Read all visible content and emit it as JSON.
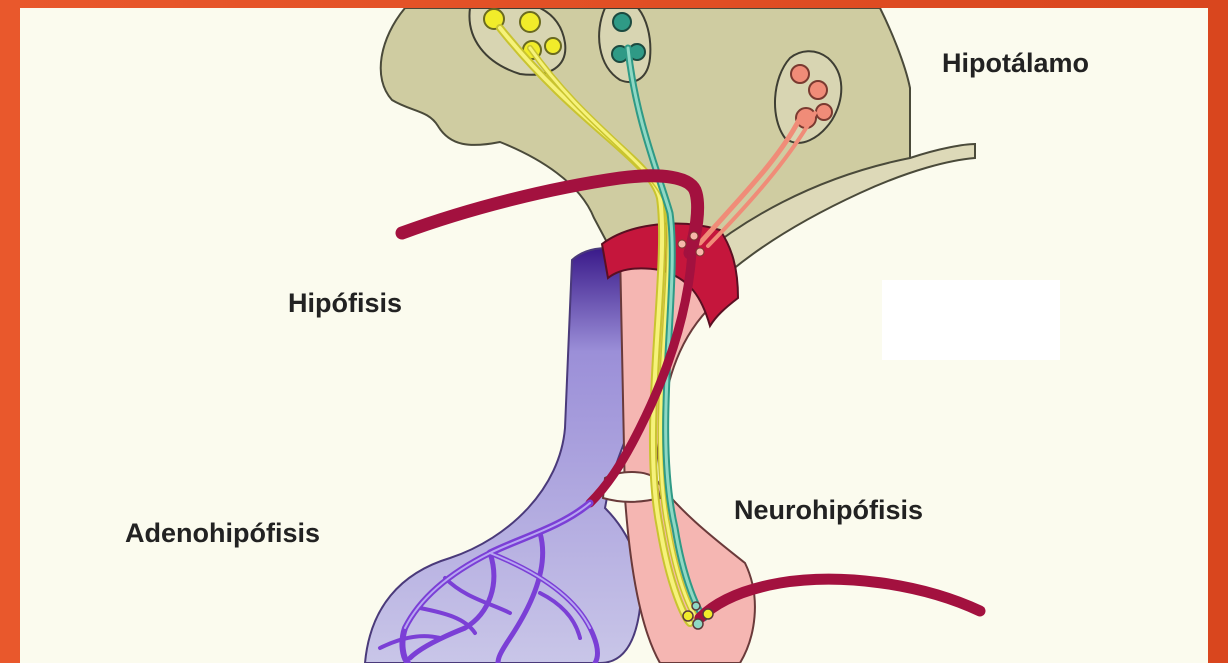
{
  "labels": {
    "hypothalamus": "Hipotálamo",
    "hypophysis": "Hipófisis",
    "neurohypophysis": "Neurohipófisis",
    "adenohypophysis": "Adenohipófisis"
  },
  "colors": {
    "frame": "#e4502a",
    "panel": "#fbfbee",
    "hypothalamus": "#cfcca1",
    "artery": "#a3113f",
    "portal_vein": "#7b3fd6",
    "adenohypophysis": "#b9b3e3",
    "neurohypophysis": "#f5b6b2",
    "neuron_yellow": "#f1ec2a",
    "neuron_teal": "#2f9a86",
    "neuron_salmon": "#f08c78"
  }
}
